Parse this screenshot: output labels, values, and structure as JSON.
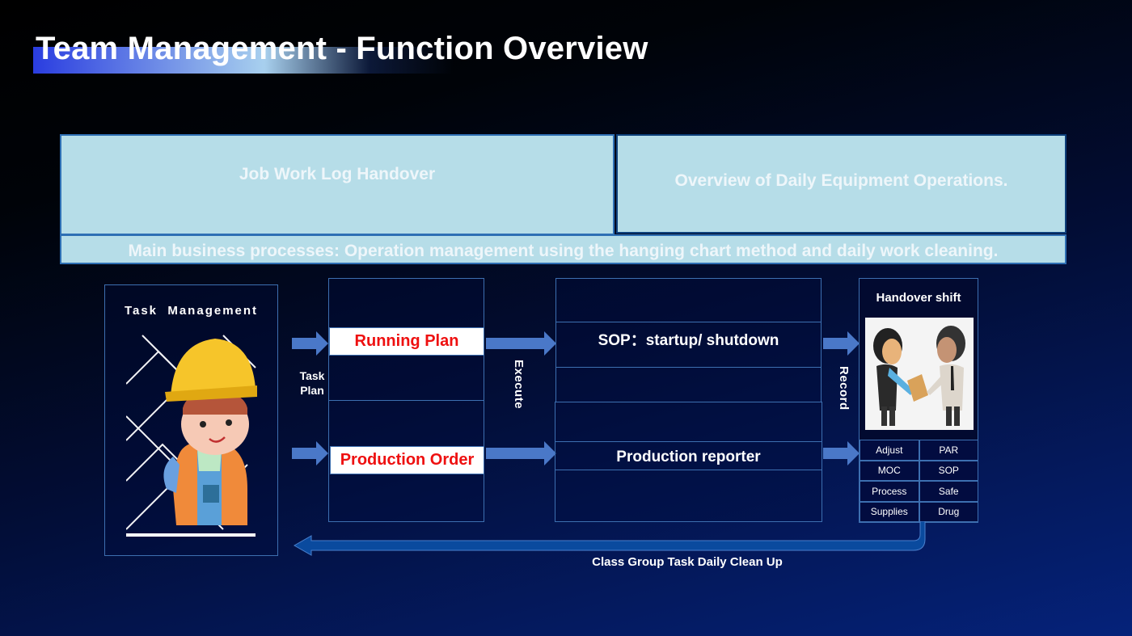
{
  "title": "Team Management - Function Overview",
  "top_boxes": {
    "left": "Job Work Log Handover",
    "right": "Overview of Daily Equipment Operations.",
    "bottom": "Main business processes: Operation management using the hanging chart method and daily work cleaning."
  },
  "task_management": {
    "label": "Task  Management",
    "image": "construction-worker-illustration"
  },
  "task_plan_label": [
    "Task",
    "Plan"
  ],
  "plans": {
    "running_plan": "Running Plan",
    "production_order": "Production Order"
  },
  "execute_label": "Execute",
  "execution": {
    "sop": "SOP：startup/ shutdown",
    "production_reporter": "Production reporter"
  },
  "record_label": "Record",
  "handover": {
    "title": "Handover shift",
    "image": "handover-people-illustration",
    "grid": [
      [
        "Adjust",
        "PAR"
      ],
      [
        "MOC",
        "SOP"
      ],
      [
        "Process",
        "Safe"
      ],
      [
        "Supplies",
        "Drug"
      ]
    ]
  },
  "cleanup_label": "Class Group Task Daily Clean Up",
  "colors": {
    "accent_red": "#ee1010",
    "arrow_blue": "#4a78c8",
    "light_box": "#b6dde8"
  }
}
